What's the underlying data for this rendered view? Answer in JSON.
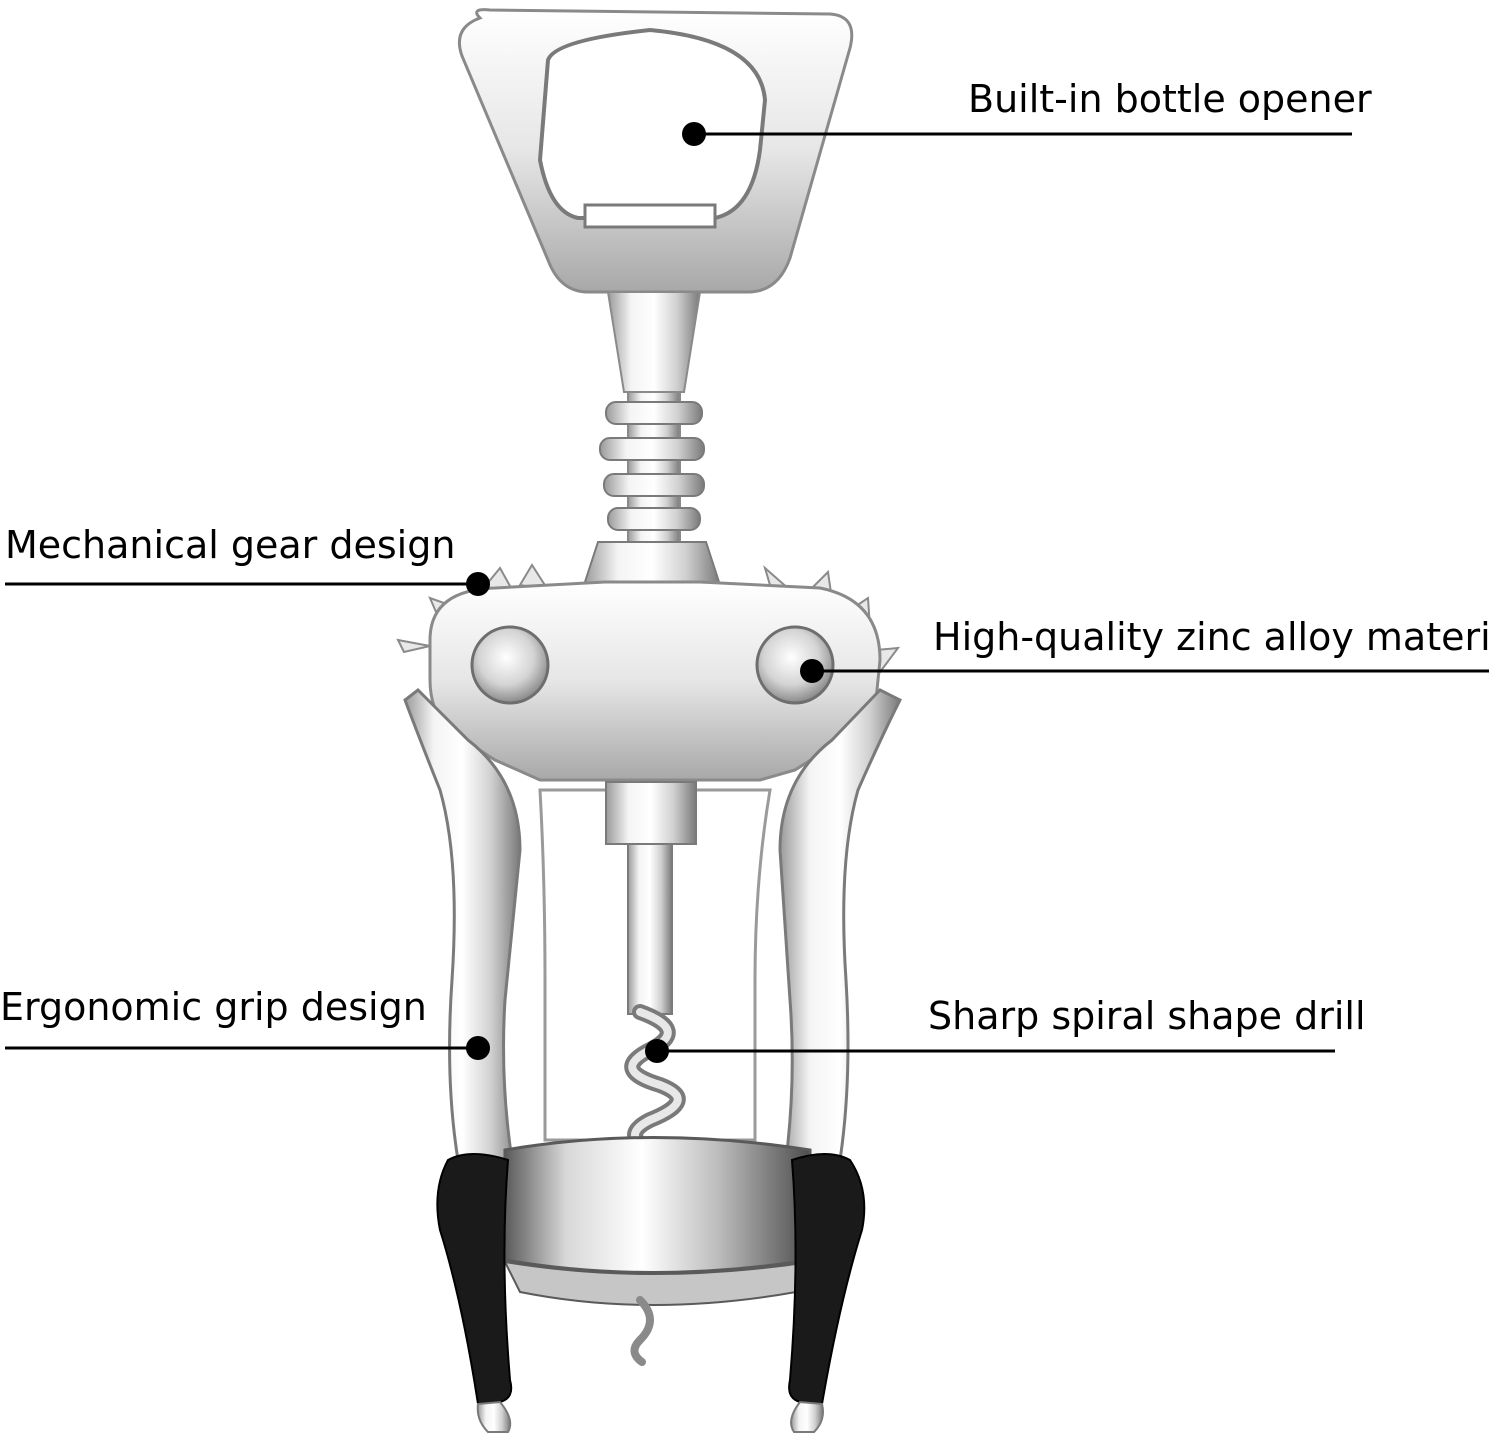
{
  "callouts": {
    "bottle_opener": "Built-in bottle opener",
    "gear": "Mechanical gear design",
    "zinc": "High-quality zinc alloy material",
    "grip": "Ergonomic grip design",
    "drill": "Sharp spiral shape drill"
  },
  "colors": {
    "metal_light": "#f2f2f2",
    "metal_mid": "#c8c8c8",
    "metal_dark": "#6e6e6e",
    "grip_black": "#1a1a1a",
    "line": "#000000"
  }
}
